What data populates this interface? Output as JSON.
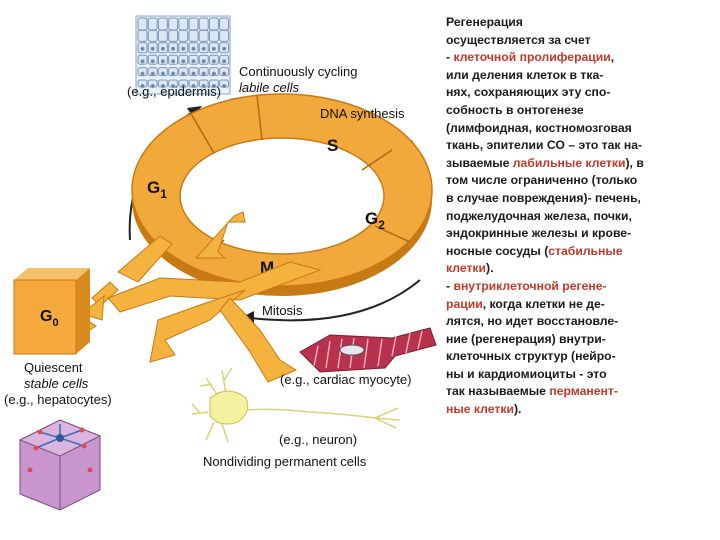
{
  "diagram": {
    "labels": {
      "labile_line1": "Continuously cycling",
      "labile_line2": "labile cells",
      "epidermis": "(e.g., epidermis)",
      "dna_synthesis": "DNA synthesis",
      "mitosis": "Mitosis",
      "quiescent_1": "Quiescent",
      "quiescent_2": "stable cells",
      "hepatocytes": "(e.g., hepatocytes)",
      "cardiac": "(e.g., cardiac myocyte)",
      "neuron": "(e.g., neuron)",
      "nondividing": "Nondividing permanent cells"
    },
    "phases": {
      "s": "S",
      "g1": "G",
      "g1_sub": "1",
      "g2": "G",
      "g2_sub": "2",
      "m": "M",
      "g0": "G",
      "g0_sub": "0"
    },
    "colors": {
      "ring": "#f2a93b",
      "ring_edge": "#c77a14",
      "arrow": "#f4b23e",
      "g0_box": "#f5a93a",
      "neuron": "#f4f2a0",
      "cardiac": "#b8324d",
      "hepatocyte": "#c995cf"
    }
  },
  "text_panel": {
    "segments": [
      {
        "t": "Регенерация\nосуществляется за счет\n- ",
        "hl": false
      },
      {
        "t": "клеточной пролиферации",
        "hl": true
      },
      {
        "t": ",\nили деления клеток в тка-\nнях, сохраняющих эту спо-\nсобность в онтогенезе\n(лимфоидная, костномозговая\nткань, эпителии СО – это так на-\nзываемые ",
        "hl": false
      },
      {
        "t": "лабильные клетки",
        "hl": true
      },
      {
        "t": "), в\nтом числе ограниченно (только\nв случае повреждения)- печень,\nподжелудочная железа, почки,\nэндокринные железы и крове-\nносные сосуды (",
        "hl": false
      },
      {
        "t": "стабильные\nклетки",
        "hl": true
      },
      {
        "t": ").\n- ",
        "hl": false
      },
      {
        "t": "внутриклеточной регене-\nрации",
        "hl": true
      },
      {
        "t": ", когда клетки не де-\nлятся, но идет восстановле-\nние (регенерация) внутри-\nклеточных структур (нейро-\nны и кардиомиоциты - это\nтак называемые ",
        "hl": false
      },
      {
        "t": "перманент-\nные клетки",
        "hl": true
      },
      {
        "t": ").",
        "hl": false
      }
    ]
  }
}
